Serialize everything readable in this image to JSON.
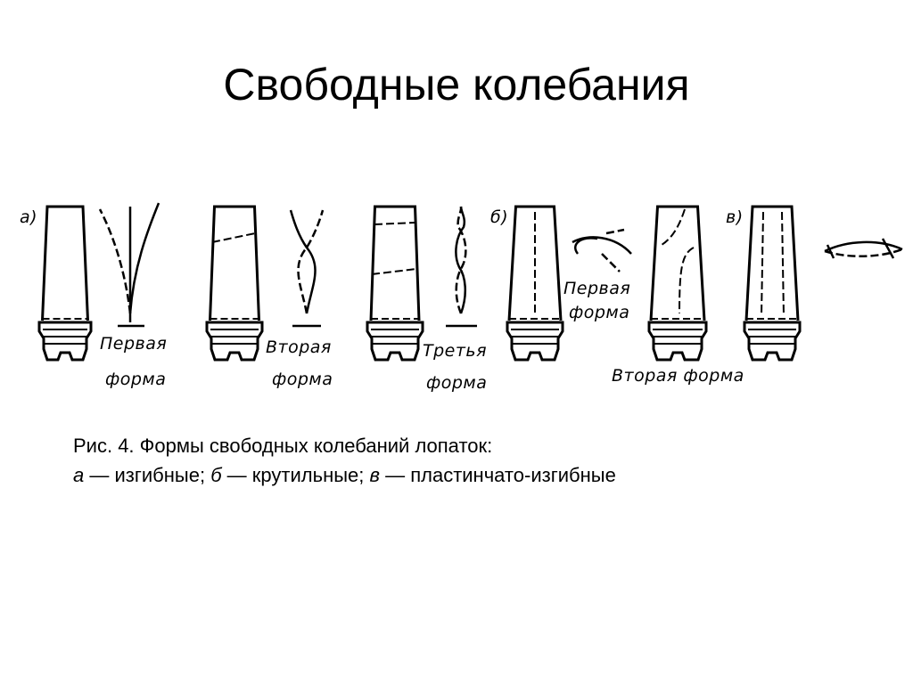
{
  "slide": {
    "title": "Свободные колебания",
    "figure": {
      "labels": {
        "a": "а)",
        "b": "б)",
        "v": "в)",
        "a_first_1": "Первая",
        "a_first_2": "форма",
        "a_second_1": "Вторая",
        "a_second_2": "форма",
        "a_third_1": "Третья",
        "a_third_2": "форма",
        "b_first_1": "Первая",
        "b_first_2": "форма",
        "second_form": "Вторая форма"
      }
    },
    "caption": {
      "line1": "Рис. 4. Формы свободных колебаний лопаток:",
      "a_letter": "а",
      "a_text": " — изгибные; ",
      "b_letter": "б",
      "b_text": " — крутильные; ",
      "v_letter": "в",
      "v_text": " — пластинчато-изгибные"
    }
  }
}
